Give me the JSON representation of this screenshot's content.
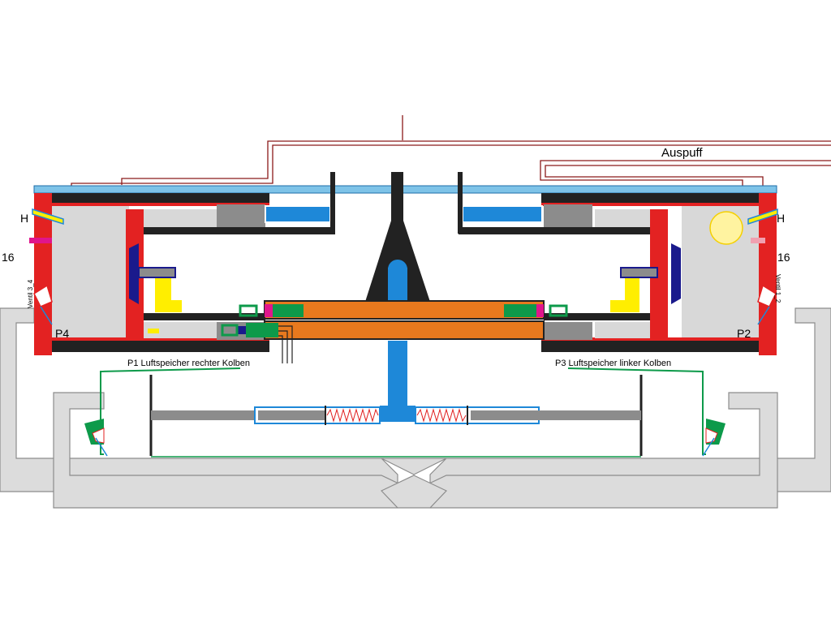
{
  "labels": {
    "exhaust": "Auspuff",
    "heater_left": "H",
    "heater_right": "H",
    "num_left": "16",
    "num_right": "16",
    "valve_left": "Ventil 3_4",
    "valve_right": "Ventil 1_2",
    "pressure_left": "P4",
    "pressure_right": "P2",
    "store_left": "P1 Luftspeicher rechter Kolben",
    "store_right": "P3 Luftspeicher linker Kolben"
  },
  "colors": {
    "cylinder_wall": "#e32222",
    "housing_fill": "#d8d8d8",
    "manifold": "#7ec3e8",
    "piston_bar": "#e8791e",
    "piston_rod": "#1e88d8",
    "valve_green": "#0d9a4a",
    "magenta": "#e0158c",
    "yellow": "#ffee00",
    "navy": "#1a1a8c",
    "dark": "#222222",
    "grey_block": "#8c8c8c",
    "channel_fill": "#dcdcdc",
    "spring": "#e02020",
    "exhaust_line": "#8b1a1a"
  }
}
